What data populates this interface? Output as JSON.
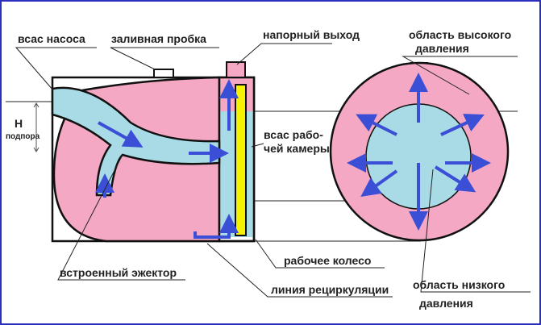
{
  "labels": {
    "pump_suction": "всас насоса",
    "filler_plug": "заливная пробка",
    "pressure_outlet": "напорный выход",
    "high_pressure_1": "область высокого",
    "high_pressure_2": "давления",
    "head_h": "H",
    "head_sub": "подпора",
    "chamber_suction_1": "всас рабо-",
    "chamber_suction_2": "чей камеры",
    "built_in_ejector": "встроенный эжектор",
    "impeller": "рабочее колесо",
    "recirculation_line": "линия рециркуляции",
    "low_pressure_1": "область низкого",
    "low_pressure_2": "давления"
  },
  "colors": {
    "pink": "#f4a8c4",
    "blue": "#a8dbe6",
    "arrow": "#3b4fd6",
    "impeller": "#f4f200"
  }
}
